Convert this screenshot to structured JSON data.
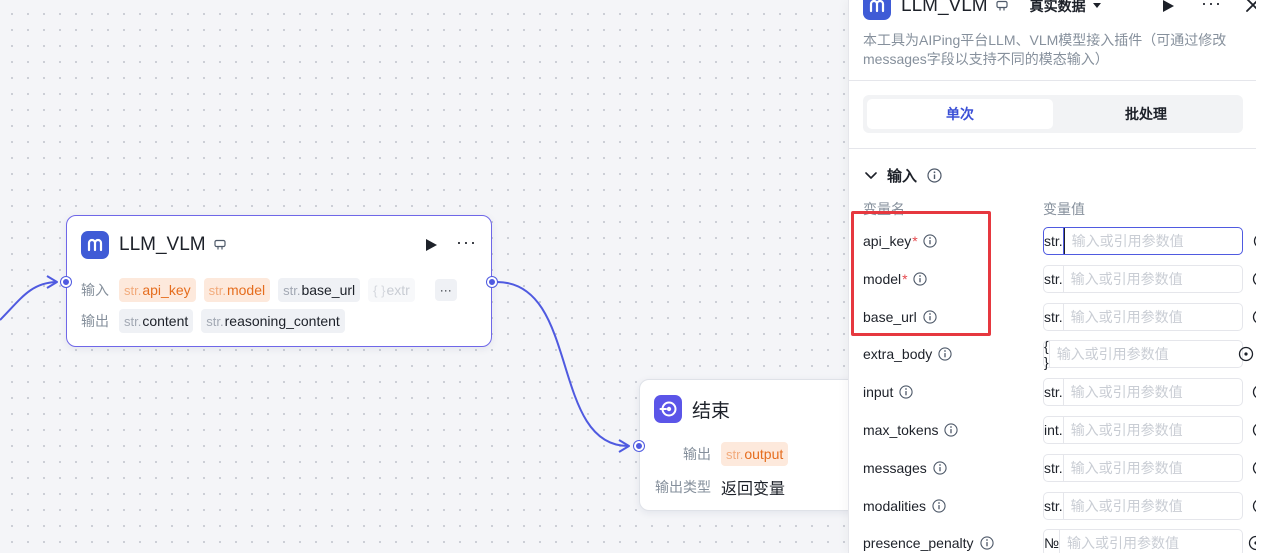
{
  "canvas": {
    "llm_node": {
      "title": "LLM_VLM",
      "input_label": "输入",
      "output_label": "输出",
      "inputs": [
        {
          "type": "str.",
          "name": "api_key",
          "style": "required"
        },
        {
          "type": "str.",
          "name": "model",
          "style": "required"
        },
        {
          "type": "str.",
          "name": "base_url",
          "style": "normal"
        },
        {
          "type": "{ }",
          "name": "extr",
          "style": "faded"
        }
      ],
      "more_inputs": "···",
      "outputs": [
        {
          "type": "str.",
          "name": "content"
        },
        {
          "type": "str.",
          "name": "reasoning_content"
        }
      ]
    },
    "end_node": {
      "title": "结束",
      "output_label": "输出",
      "output_chip": {
        "type": "str.",
        "name": "output"
      },
      "output_type_label": "输出类型",
      "output_type_value": "返回变量"
    }
  },
  "panel": {
    "title": "LLM_VLM",
    "mode": "真实数据",
    "description": "本工具为AIPing平台LLM、VLM模型接入插件（可通过修改messages字段以支持不同的模态输入）",
    "tabs": [
      "单次",
      "批处理"
    ],
    "section_title": "输入",
    "col_name": "变量名",
    "col_value": "变量值",
    "placeholder": "输入或引用参数值",
    "params": [
      {
        "name": "api_key",
        "required": "*",
        "type": "str."
      },
      {
        "name": "model",
        "required": "*",
        "type": "str."
      },
      {
        "name": "base_url",
        "required": "",
        "type": "str."
      },
      {
        "name": "extra_body",
        "required": "",
        "type": "{ }"
      },
      {
        "name": "input",
        "required": "",
        "type": "str."
      },
      {
        "name": "max_tokens",
        "required": "",
        "type": "int."
      },
      {
        "name": "messages",
        "required": "",
        "type": "str."
      },
      {
        "name": "modalities",
        "required": "",
        "type": "str."
      },
      {
        "name": "presence_penalty",
        "required": "",
        "type": "№"
      }
    ]
  },
  "colors": {
    "accent": "#4f5ae0",
    "brand_logo": "#3f5bd6",
    "required_chip": "#e56d1e",
    "highlight": "#e6383f"
  }
}
